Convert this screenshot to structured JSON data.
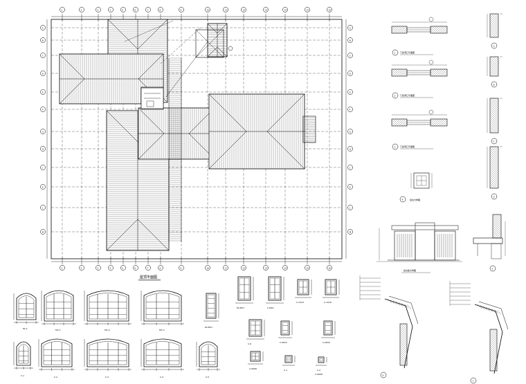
{
  "plan": {
    "grid_cols": [
      "1",
      "2",
      "3",
      "4",
      "5",
      "6",
      "7",
      "8",
      "9",
      "10",
      "11",
      "12",
      "13",
      "14",
      "15",
      "16"
    ],
    "grid_rows": [
      "A",
      "B",
      "C",
      "D",
      "E",
      "F",
      "G",
      "H",
      "J",
      "K",
      "L",
      "M"
    ],
    "title": "屋顶平面图"
  },
  "details": {
    "window_plans": [
      {
        "num": "1",
        "title": "门窗洞口平面图"
      },
      {
        "num": "2",
        "title": "门窗洞口平面图"
      },
      {
        "num": "3",
        "title": "门窗洞口平面图"
      }
    ],
    "plan_detail_4": {
      "num": "4",
      "title": "窗台大样图"
    },
    "elevation_title": "窗台板大样图",
    "sections": [
      {
        "num": "5"
      },
      {
        "num": "6"
      },
      {
        "num": "7"
      },
      {
        "num": "A"
      },
      {
        "num": "B"
      },
      {
        "num": "C"
      },
      {
        "num": "D"
      },
      {
        "num": "E"
      }
    ]
  },
  "windows": {
    "row1": [
      {
        "label": "PA-1"
      },
      {
        "label": "MC-1"
      },
      {
        "label": "MC-2"
      },
      {
        "label": "MC-3"
      },
      {
        "label": "PA-M21"
      },
      {
        "label": "PA-M21"
      },
      {
        "label": "C-M21"
      },
      {
        "label": "C-1519"
      },
      {
        "label": "C-1516"
      }
    ],
    "row2": [
      {
        "label": "C-1"
      },
      {
        "label": "C-2"
      },
      {
        "label": "C-3"
      },
      {
        "label": "C-4"
      },
      {
        "label": "C-5"
      },
      {
        "label": "C-6"
      },
      {
        "label": "C-0615"
      },
      {
        "label": "C-0616"
      },
      {
        "label": "C-0608"
      },
      {
        "label": "C-1"
      },
      {
        "label": "C-2"
      },
      {
        "label": "C-0608"
      }
    ]
  }
}
